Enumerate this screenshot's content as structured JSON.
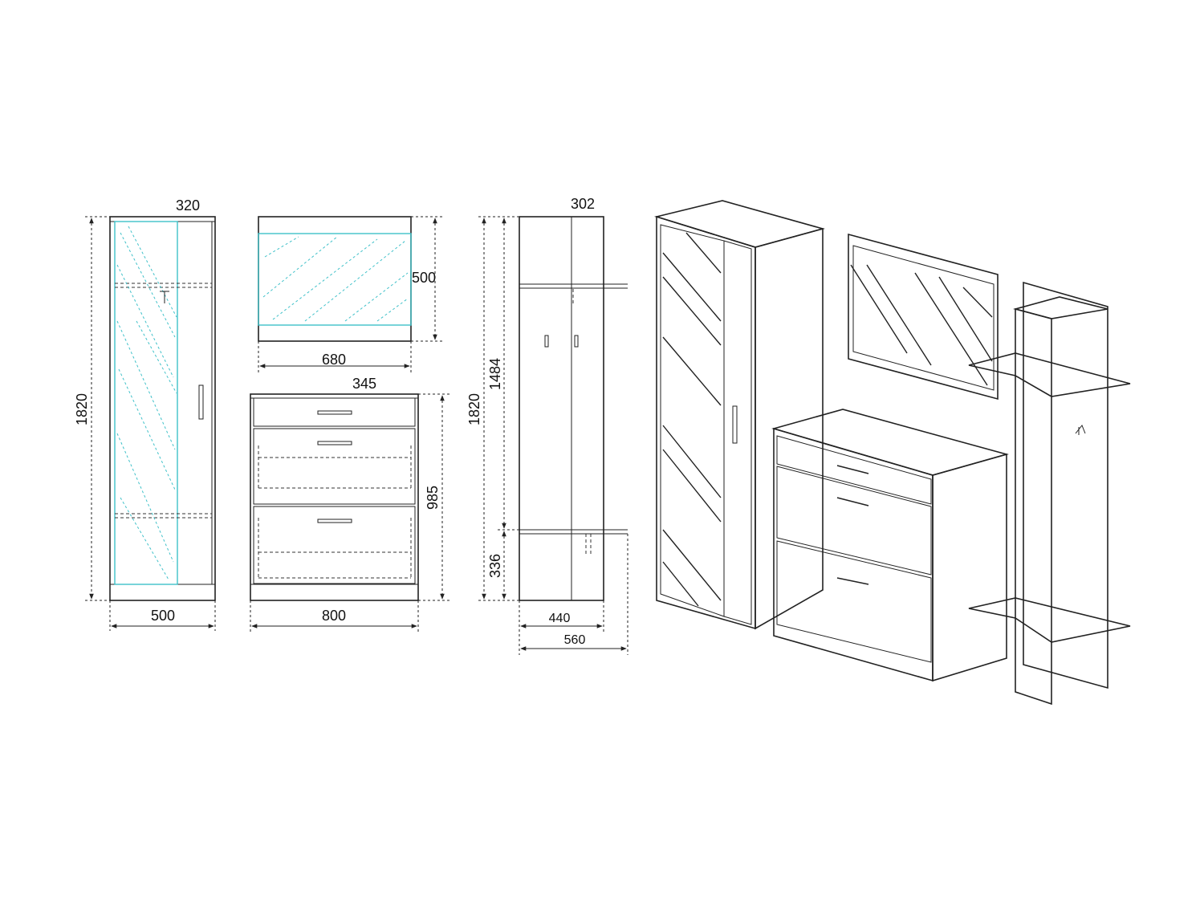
{
  "colors": {
    "line": "#222222",
    "glass": "#3fc1c9",
    "background": "#ffffff"
  },
  "labels": {
    "wardrobe_depth": "320",
    "wardrobe_height": "1820",
    "wardrobe_width": "500",
    "mirror_height": "500",
    "mirror_width": "680",
    "shoe_cabinet_depth": "345",
    "shoe_cabinet_height": "985",
    "shoe_cabinet_width": "800",
    "hanger_depth": "302",
    "hanger_height": "1820",
    "hanger_upper": "1484",
    "hanger_lower": "336",
    "hanger_width_inner": "440",
    "hanger_width_outer": "560"
  }
}
